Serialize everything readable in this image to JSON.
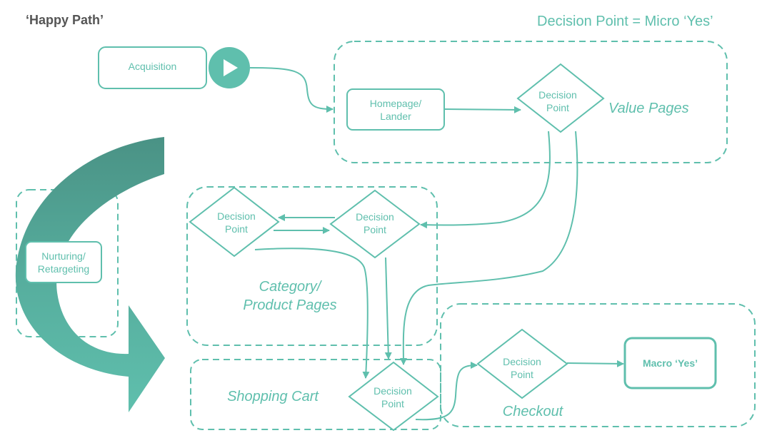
{
  "header": {
    "title": "‘Happy Path’",
    "legend": "Decision Point = Micro ‘Yes’"
  },
  "nodes": {
    "acquisition": "Acquisition",
    "homepage": [
      "Homepage/",
      "Lander"
    ],
    "nurturing": [
      "Nurturing/",
      "Retargeting"
    ],
    "decision": [
      "Decision",
      "Point"
    ],
    "macro_yes": "Macro ‘Yes’"
  },
  "zones": {
    "value_pages": "Value Pages",
    "category": [
      "Category/",
      "Product Pages"
    ],
    "shopping_cart": "Shopping Cart",
    "checkout": "Checkout"
  },
  "colors": {
    "accent": "#5fbfad",
    "dark_arrow": "#4a9285",
    "title_gray": "#555555"
  },
  "icons": [
    "play-icon",
    "curved-arrow-icon"
  ]
}
